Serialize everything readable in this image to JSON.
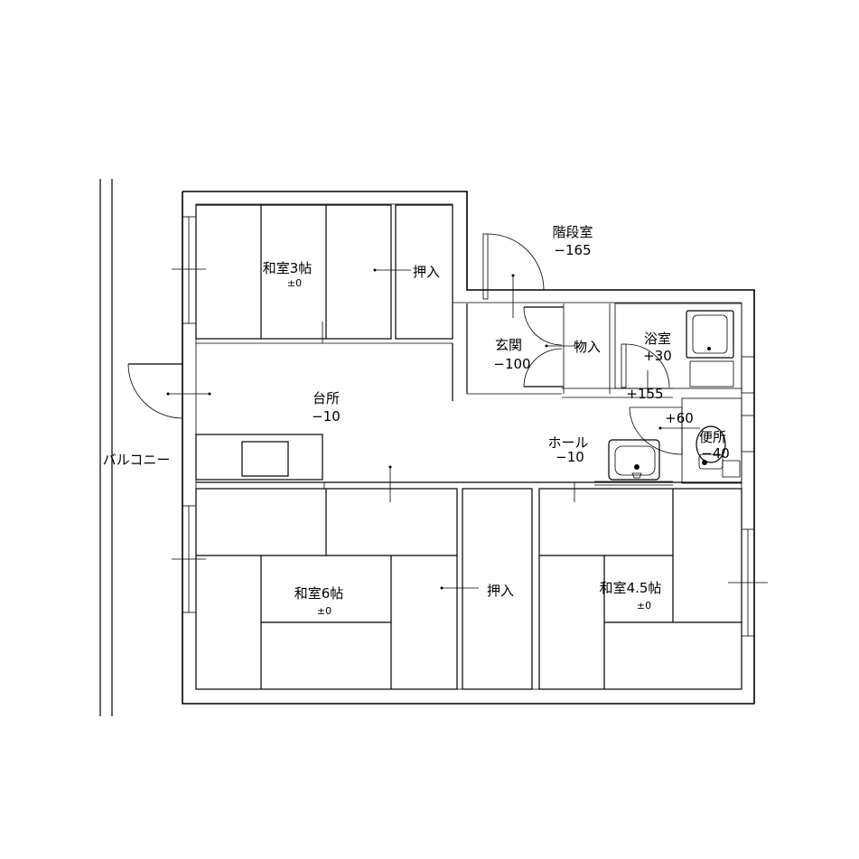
{
  "rooms": {
    "washitsu3": {
      "name": "和室3帖",
      "level": "±0"
    },
    "oshiire_top": {
      "name": "押入"
    },
    "stairwell": {
      "name": "階段室",
      "level": "−165"
    },
    "genkan": {
      "name": "玄関",
      "level": "−100"
    },
    "monoire": {
      "name": "物入"
    },
    "bath": {
      "name": "浴室",
      "level": "+30"
    },
    "kitchen": {
      "name": "台所",
      "level": "−10"
    },
    "hall": {
      "name": "ホール",
      "level": "−10"
    },
    "toilet": {
      "name": "便所",
      "level": "−40"
    },
    "washitsu6": {
      "name": "和室6帖",
      "level": "±0"
    },
    "oshiire_mid": {
      "name": "押入"
    },
    "washitsu45": {
      "name": "和室4.5帖",
      "level": "±0"
    },
    "balcony": {
      "name": "バルコニー"
    }
  },
  "step_levels": {
    "hall_step": "+155",
    "toilet_step": "+60"
  }
}
